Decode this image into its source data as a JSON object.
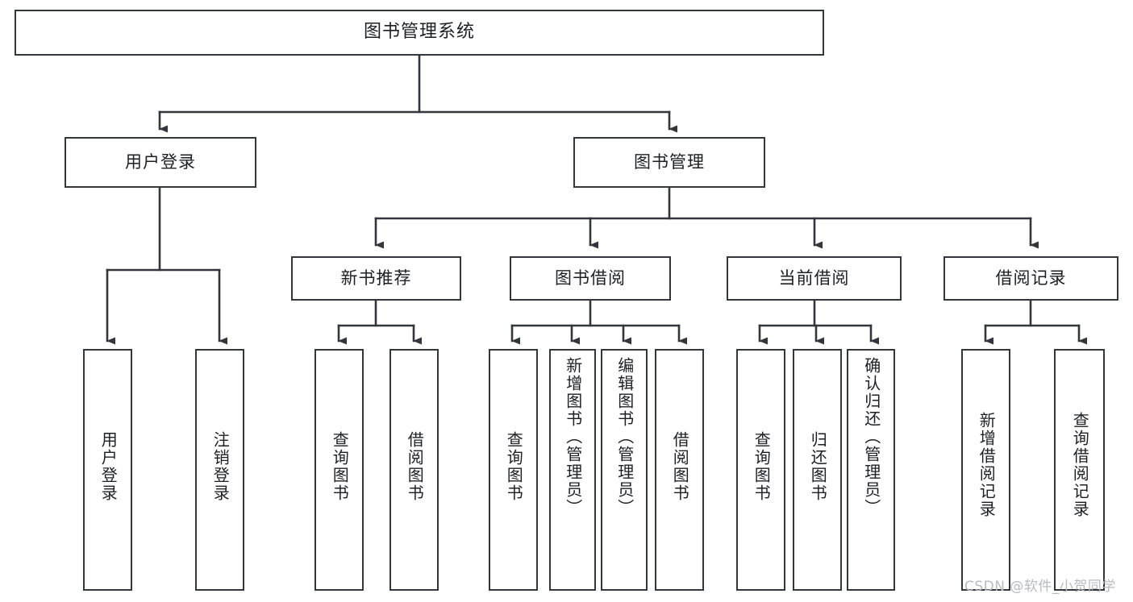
{
  "diagram": {
    "type": "tree",
    "title": "图书管理系统",
    "root": {
      "label": "图书管理系统"
    },
    "level2": [
      {
        "label": "用户登录"
      },
      {
        "label": "图书管理"
      }
    ],
    "level3": [
      {
        "label": "新书推荐"
      },
      {
        "label": "图书借阅"
      },
      {
        "label": "当前借阅"
      },
      {
        "label": "借阅记录"
      }
    ],
    "leaves": {
      "user_login": [
        {
          "label": "用户登录"
        },
        {
          "label": "注销登录"
        }
      ],
      "new_book_recommend": [
        {
          "label": "查询图书"
        },
        {
          "label": "借阅图书"
        }
      ],
      "book_borrow": [
        {
          "label": "查询图书"
        },
        {
          "label": "新增图书（管理员）"
        },
        {
          "label": "编辑图书（管理员）"
        },
        {
          "label": "借阅图书"
        }
      ],
      "current_borrow": [
        {
          "label": "查询图书"
        },
        {
          "label": "归还图书"
        },
        {
          "label": "确认归还（管理员）"
        }
      ],
      "borrow_record": [
        {
          "label": "新增借阅记录"
        },
        {
          "label": "查询借阅记录"
        }
      ]
    }
  },
  "watermark": {
    "text": "CSDN @软件_小贺同学"
  },
  "colors": {
    "border": "#33363b",
    "text": "#1d1f22",
    "background": "#ffffff",
    "watermark": "#b9bbbe"
  }
}
